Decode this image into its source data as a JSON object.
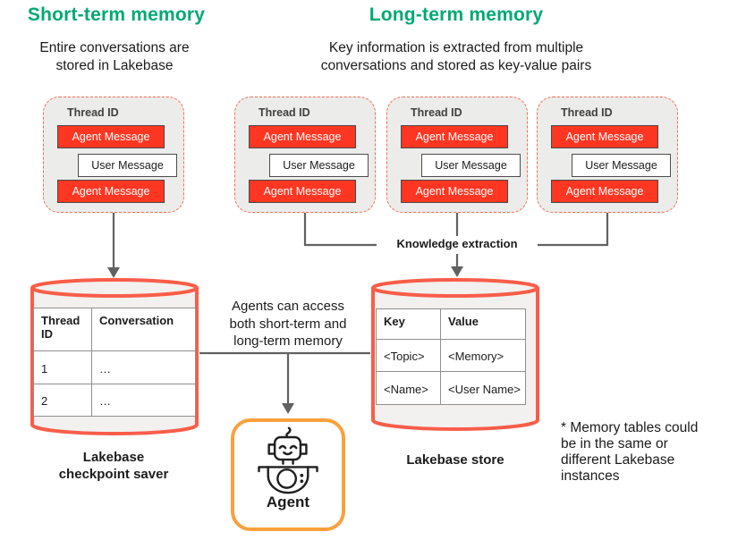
{
  "header": {
    "short_term_title": "Short-term memory",
    "long_term_title": "Long-term memory",
    "short_term_subtitle_lines": [
      "Entire conversations are",
      "stored in Lakebase"
    ],
    "long_term_subtitle_lines": [
      "Key information is extracted from multiple",
      "conversations and stored as key-value pairs"
    ]
  },
  "thread_card": {
    "title": "Thread ID",
    "agent_message": "Agent Message",
    "user_message": "User Message"
  },
  "connectors": {
    "knowledge_extraction_label": "Knowledge extraction",
    "access_note_lines": [
      "Agents can access",
      "both short-term and",
      "long-term memory"
    ]
  },
  "checkpoint_db": {
    "caption_lines": [
      "Lakebase",
      "checkpoint saver"
    ],
    "table": {
      "headers": [
        "Thread ID",
        "Conversation"
      ],
      "rows": [
        [
          "1",
          "…"
        ],
        [
          "2",
          "…"
        ]
      ]
    }
  },
  "store_db": {
    "caption": "Lakebase store",
    "table": {
      "headers": [
        "Key",
        "Value"
      ],
      "rows": [
        [
          "<Topic>",
          "<Memory>"
        ],
        [
          "<Name>",
          "<User Name>"
        ]
      ]
    }
  },
  "agent": {
    "label": "Agent"
  },
  "footnote_lines": [
    "* Memory tables could",
    "be in the same or",
    "different Lakebase",
    "instances"
  ],
  "colors": {
    "title_green": "#00A972",
    "message_red": "#FF3621",
    "cylinder_coral": "#F95D49",
    "card_dash_orange": "#F9694F",
    "agent_border_orange": "#F9A13D",
    "connector_gray": "#616161"
  }
}
